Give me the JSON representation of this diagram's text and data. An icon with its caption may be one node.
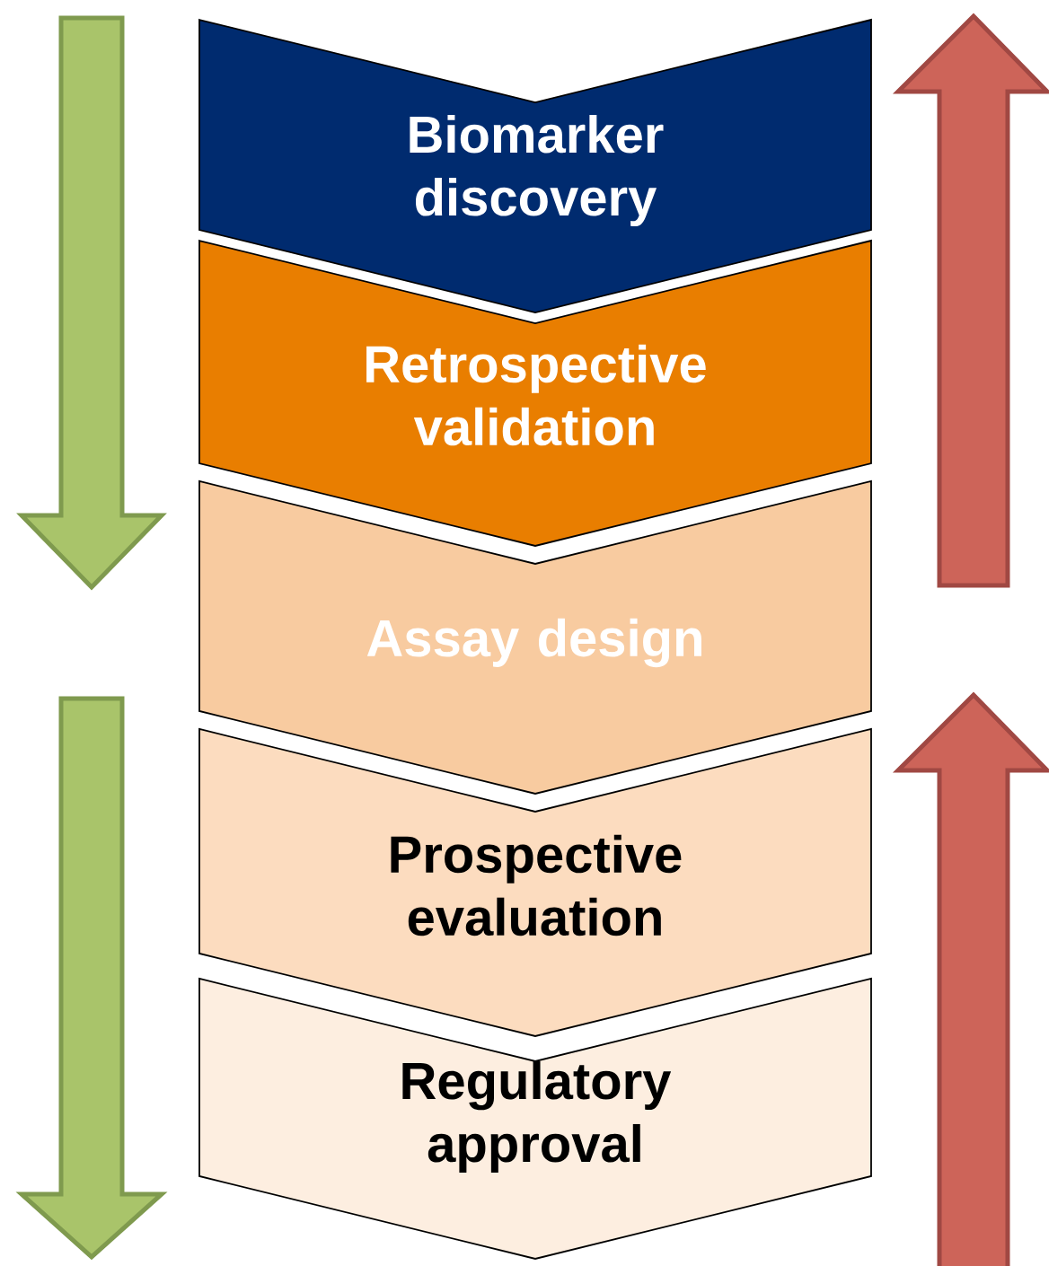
{
  "diagram": {
    "nodes": [
      {
        "text": [
          "Biomarker discovery"
        ]
      },
      {
        "text": [
          "Retrospective validation"
        ]
      },
      {
        "text": [
          "Assay design"
        ]
      },
      {
        "text": [
          "Prospective evaluation"
        ]
      },
      {
        "text": [
          "Regulatory approval"
        ]
      }
    ]
  }
}
